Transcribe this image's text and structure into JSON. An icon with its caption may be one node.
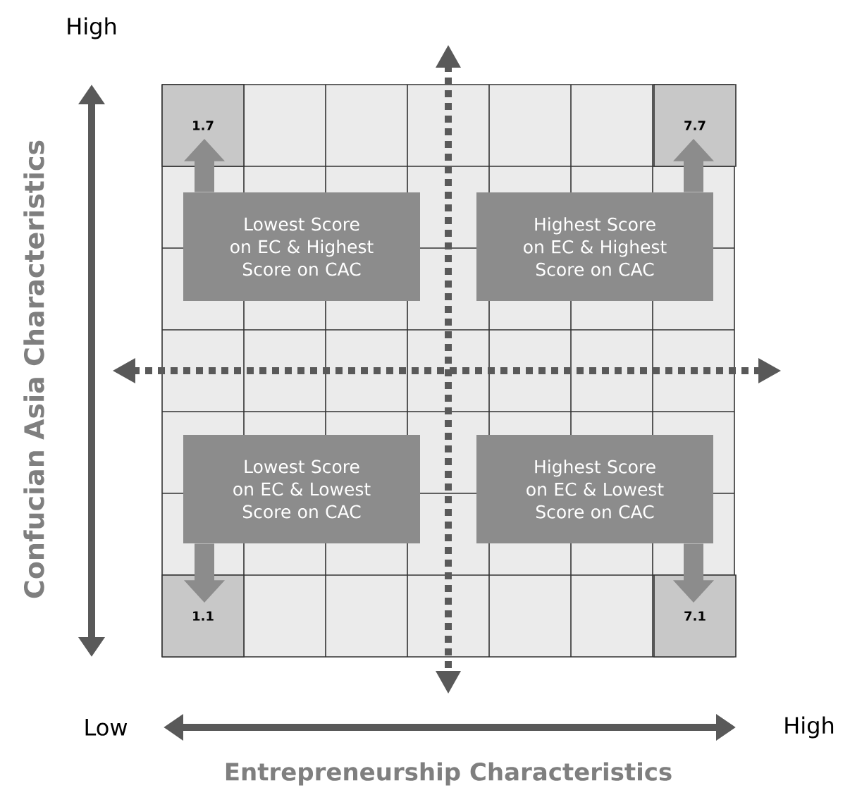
{
  "diagram": {
    "nodes": [
      {
        "text": [
          "1.7"
        ]
      },
      {
        "text": [
          "7.7"
        ]
      },
      {
        "text": [
          "Lowest Score on EC & Highest Score on CAC"
        ]
      },
      {
        "text": [
          "Highest Score on EC & Highest Score on CAC"
        ]
      },
      {
        "text": [
          "Lowest Score on EC & Lowest Score on CAC"
        ]
      },
      {
        "text": [
          "Highest Score on EC & Lowest Score on CAC"
        ]
      },
      {
        "text": [
          "1.1"
        ]
      },
      {
        "text": [
          "7.1"
        ]
      }
    ],
    "edges": [
      {
        "from": 2,
        "to": 0,
        "arrow": "to"
      },
      {
        "from": 3,
        "to": 1,
        "arrow": "to"
      },
      {
        "from": 4,
        "to": 6,
        "arrow": "to"
      },
      {
        "from": 5,
        "to": 7,
        "arrow": "to"
      }
    ],
    "labels": [
      "High",
      "Confucian Asia Characteristics",
      "Low",
      "High",
      "Entrepreneurship Characteristics"
    ]
  }
}
